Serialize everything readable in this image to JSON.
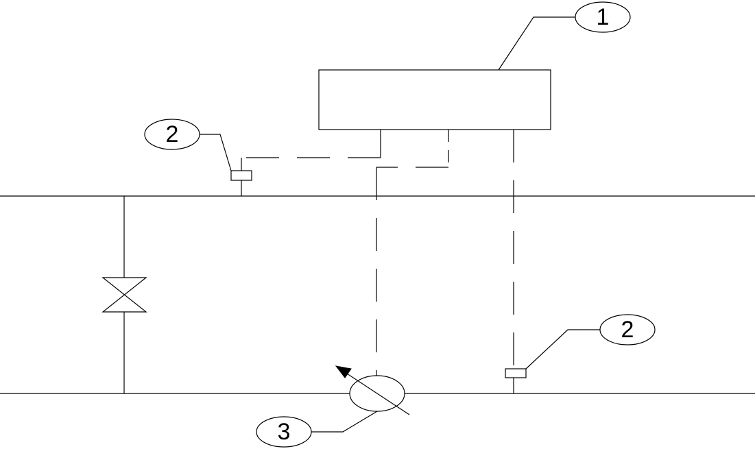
{
  "labels": {
    "controller": "1",
    "sensor_upper": "2",
    "sensor_lower": "2",
    "pump": "3"
  },
  "colors": {
    "line": "#000000",
    "background": "#ffffff"
  }
}
